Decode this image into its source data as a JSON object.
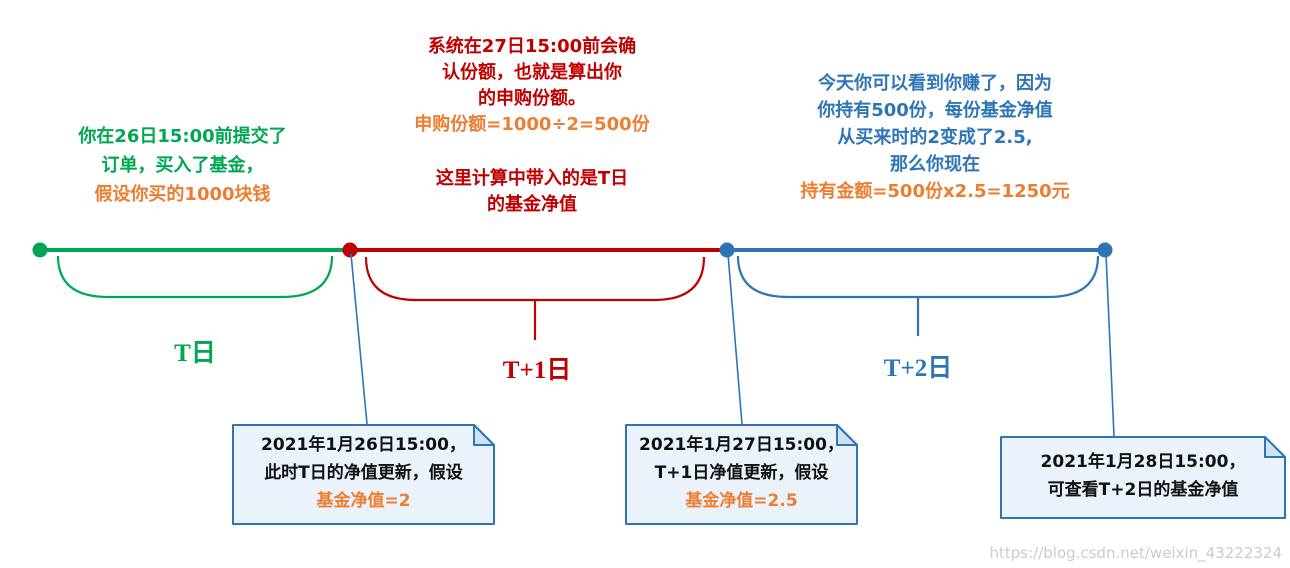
{
  "colors": {
    "green": "#00A651",
    "red": "#C00000",
    "blue": "#2E75B6",
    "orange": "#ED7D31",
    "note_bg": "#EAF3FB",
    "note_fold": "#CFE2F2",
    "note_border": "#2E75B6",
    "text": "#111111",
    "watermark": "#CBCBCB"
  },
  "annotations": {
    "green_note": {
      "l1": "你在26日15:00前提交了",
      "l2": "订单，买入了基金，",
      "l3": "假设你买的1000块钱"
    },
    "red_note": {
      "l1": "系统在27日15:00前会确",
      "l2": "认份额，也就是算出你",
      "l3": "的申购份额。",
      "l4": "申购份额=1000÷2=500份",
      "l5": "这里计算中带入的是T日",
      "l6": "的基金净值"
    },
    "blue_note": {
      "l1": "今天你可以看到你赚了，因为",
      "l2": "你持有500份，每份基金净值",
      "l3": "从买来时的2变成了2.5,",
      "l4": "那么你现在",
      "l5": "持有金额=500份x2.5=1250元"
    }
  },
  "timeline": {
    "labels": {
      "t": "T日",
      "t1": "T+1日",
      "t2": "T+2日"
    }
  },
  "notes": {
    "n1": {
      "l1": "2021年1月26日15:00，",
      "l2": "此时T日的净值更新，假设",
      "l3": "基金净值=2"
    },
    "n2": {
      "l1": "2021年1月27日15:00，",
      "l2": "T+1日净值更新，假设",
      "l3": "基金净值=2.5"
    },
    "n3": {
      "l1": "2021年1月28日15:00，",
      "l2": "可查看T+2日的基金净值"
    }
  },
  "watermark": "https://blog.csdn.net/weixin_43222324"
}
